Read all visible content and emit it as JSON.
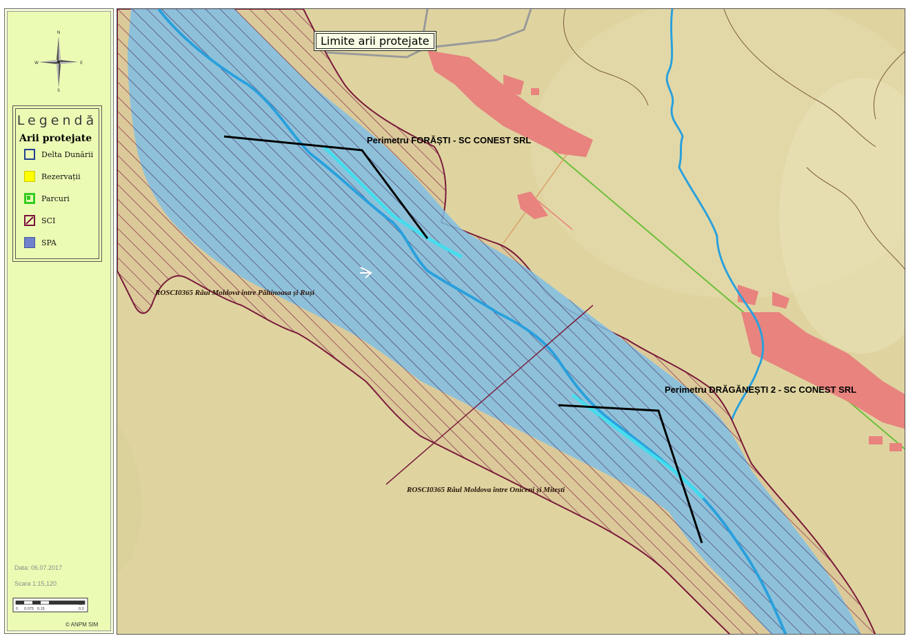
{
  "compass": {
    "n": "N",
    "s": "S",
    "e": "E",
    "w": "W"
  },
  "legend": {
    "title": "Legendă",
    "subtitle": "Arii protejate",
    "items": [
      {
        "label": "Delta Dunării",
        "icon": "delta-swatch-icon",
        "color": "#1f3f8f"
      },
      {
        "label": "Rezervații",
        "icon": "reserve-swatch-icon",
        "color": "#ffff00"
      },
      {
        "label": "Parcuri",
        "icon": "park-swatch-icon",
        "color": "#33cc22"
      },
      {
        "label": "SCI",
        "icon": "sci-swatch-icon",
        "color": "#7a0f3a"
      },
      {
        "label": "SPA",
        "icon": "spa-swatch-icon",
        "color": "#6f80cc"
      }
    ]
  },
  "meta": {
    "date": "Data: 06.07.2017",
    "scale": "Scara 1:15,120",
    "scalebar": {
      "unit": "km",
      "ticks": [
        "0",
        "0.075",
        "0.15",
        "0.3"
      ]
    },
    "credit": "© ANPM SIM"
  },
  "map": {
    "title": "Limite arii protejate",
    "perimeters": [
      "Perimetru FORĂȘTI - SC CONEST SRL",
      "Perimetru DRĂGĂNEȘTI 2 - SC CONEST SRL"
    ],
    "sites": [
      "ROSCI0365 Râul Moldova între Păltinoasa și Ruși",
      "ROSCI0365 Râul Moldova între Oniceni și Mitești"
    ],
    "colors": {
      "background": "#dfd4a0",
      "sci_hatch": "#7a1a3a",
      "spa_fill": "#7fc0e6",
      "river": "#2aa0dc",
      "river_light": "#3fe0f0",
      "settlement": "#e8837e",
      "road_green": "#6bbf3a",
      "perimeter": "#000000"
    }
  }
}
